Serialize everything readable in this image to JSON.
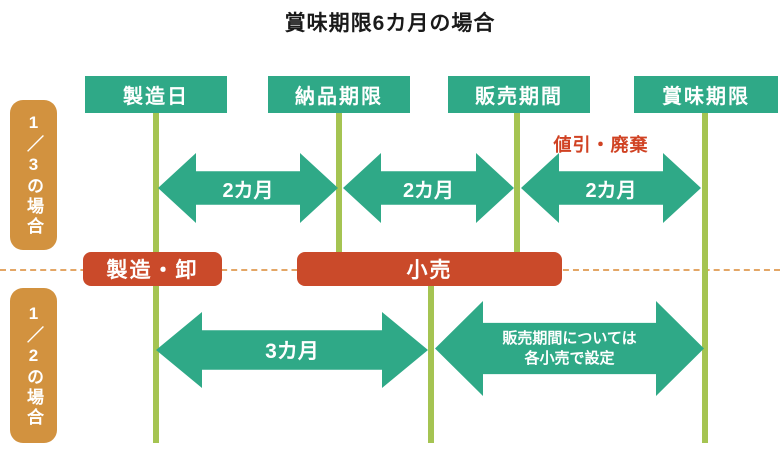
{
  "title": "賞味期限6カ月の場合",
  "colors": {
    "milestone_green": "#2fa987",
    "timeline_line_green": "#a5c452",
    "actor_bar_red": "#ca4a2a",
    "side_label_orange": "#d2923f",
    "note_red": "#d04223",
    "dashed_divider_orange": "#e3a666"
  },
  "headers": [
    {
      "label": "製造日"
    },
    {
      "label": "納品期限"
    },
    {
      "label": "販売期間"
    },
    {
      "label": "賞味期限"
    }
  ],
  "side_labels": [
    {
      "label": "1／3の場合"
    },
    {
      "label": "1／2の場合"
    }
  ],
  "upper_arrows": [
    {
      "label": "2カ月"
    },
    {
      "label": "2カ月"
    },
    {
      "label": "2カ月"
    }
  ],
  "note": "値引・廃棄",
  "bars": [
    {
      "label": "製造・卸"
    },
    {
      "label": "小売"
    }
  ],
  "lower_arrows": [
    {
      "label": "3カ月"
    },
    {
      "label_line1": "販売期間については",
      "label_line2": "各小売で設定"
    }
  ]
}
